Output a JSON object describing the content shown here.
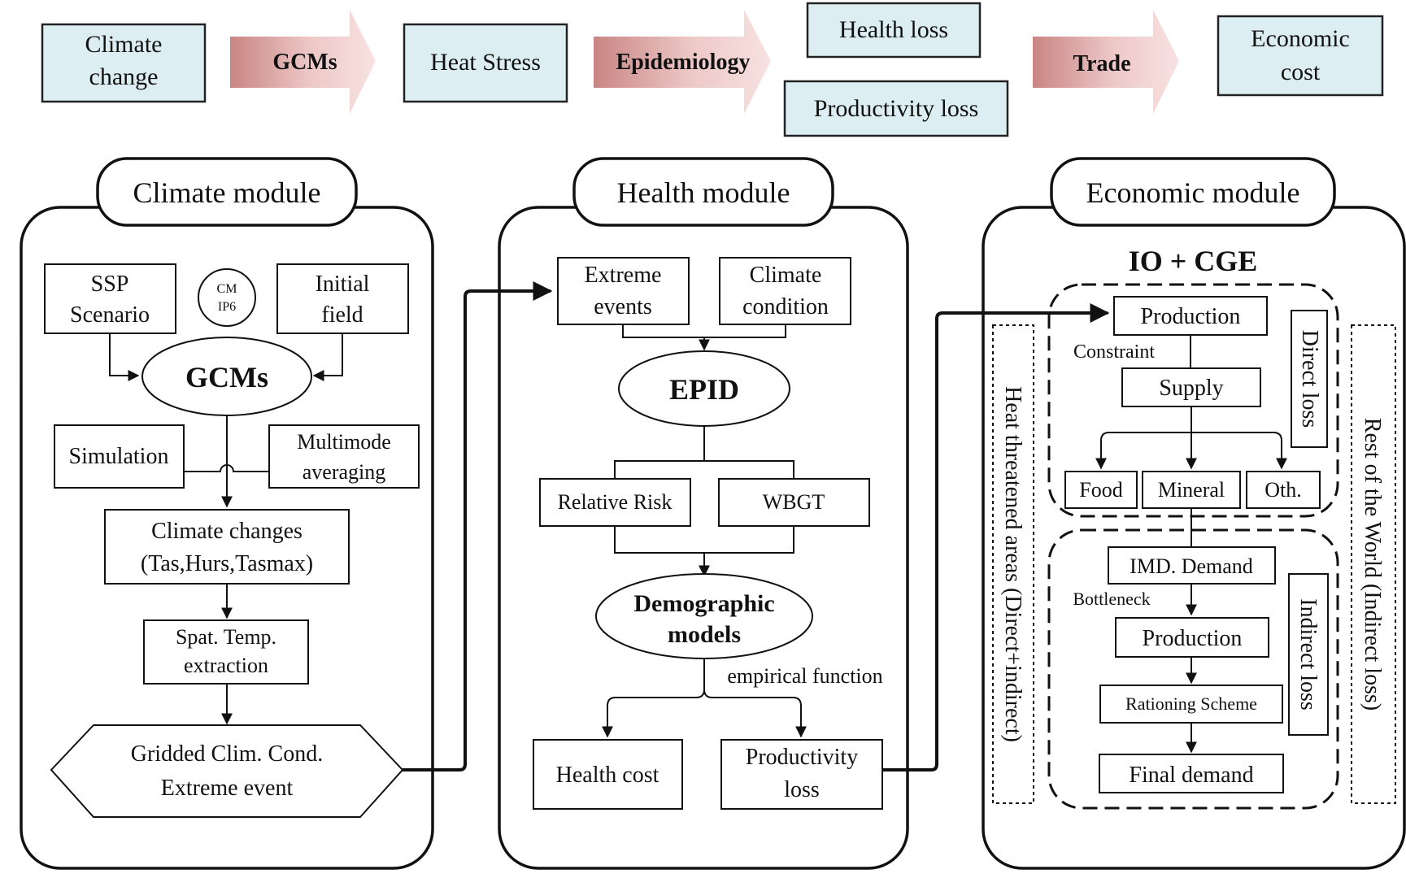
{
  "top_flow": {
    "climate_change": [
      "Climate",
      "change"
    ],
    "arrow_gcms": "GCMs",
    "heat_stress": "Heat Stress",
    "arrow_epidemiology": "Epidemiology",
    "health_loss": "Health loss",
    "productivity_loss": "Productivity loss",
    "arrow_trade": "Trade",
    "economic_cost": [
      "Economic",
      "cost"
    ]
  },
  "climate_module": {
    "title": "Climate module",
    "ssp": [
      "SSP",
      "Scenario"
    ],
    "cmip6": [
      "CM",
      "IP6"
    ],
    "initial_field": [
      "Initial",
      "field"
    ],
    "gcms": "GCMs",
    "simulation": "Simulation",
    "multimode": [
      "Multimode",
      "averaging"
    ],
    "climate_changes": [
      "Climate changes",
      "(Tas,Hurs,Tasmax)"
    ],
    "spat_temp": [
      "Spat. Temp.",
      "extraction"
    ],
    "gridded": [
      "Gridded Clim. Cond.",
      "Extreme event"
    ]
  },
  "health_module": {
    "title": "Health module",
    "extreme_events": [
      "Extreme",
      "events"
    ],
    "climate_condition": [
      "Climate",
      "condition"
    ],
    "epid": "EPID",
    "relative_risk": "Relative Risk",
    "wbgt": "WBGT",
    "demographic": [
      "Demographic",
      "models"
    ],
    "empirical": "empirical function",
    "health_cost": "Health cost",
    "productivity_loss": [
      "Productivity",
      "loss"
    ]
  },
  "economic_module": {
    "title": "Economic module",
    "io_cge": "IO + CGE",
    "heat_areas": "Heat threatened areas (Direct+indirect)",
    "rest_world": "Rest of the World (Indirect loss)",
    "production_top": "Production",
    "constraint": "Constraint",
    "supply": "Supply",
    "direct_loss": "Direct loss",
    "food": "Food",
    "mineral": "Mineral",
    "oth": "Oth.",
    "imd_demand": "IMD. Demand",
    "bottleneck": "Bottleneck",
    "production_bottom": "Production",
    "indirect_loss": "Indirect loss",
    "rationing": "Rationing Scheme",
    "final_demand": "Final demand"
  },
  "colors": {
    "top_box_fill": "#ddeef2",
    "arrow_gradient_start": "#c98583",
    "arrow_gradient_end": "#f7e2e1"
  }
}
